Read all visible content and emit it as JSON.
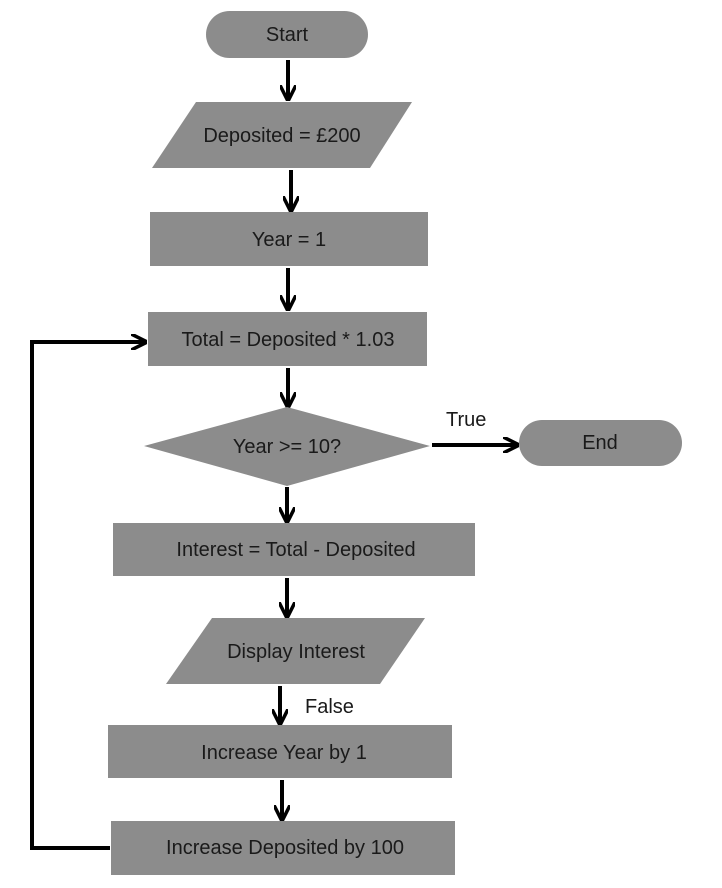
{
  "colors": {
    "node_fill": "#8c8c8c",
    "edge": "#000000",
    "text": "#1a1a1a",
    "background": "#ffffff"
  },
  "nodes": {
    "start": {
      "shape": "terminator",
      "label": "Start"
    },
    "deposited_input": {
      "shape": "data",
      "label": "Deposited = £200"
    },
    "year_init": {
      "shape": "process",
      "label": "Year = 1"
    },
    "total_calc": {
      "shape": "process",
      "label": "Total = Deposited * 1.03"
    },
    "year_check": {
      "shape": "decision",
      "label": "Year >= 10?"
    },
    "end": {
      "shape": "terminator",
      "label": "End"
    },
    "interest_calc": {
      "shape": "process",
      "label": "Interest = Total - Deposited"
    },
    "display_interest": {
      "shape": "data",
      "label": "Display Interest"
    },
    "increase_year": {
      "shape": "process",
      "label": "Increase Year by 1"
    },
    "increase_deposited": {
      "shape": "process",
      "label": "Increase Deposited by 100"
    }
  },
  "edges": {
    "true_label": "True",
    "false_label": "False",
    "list": [
      {
        "from": "start",
        "to": "deposited_input"
      },
      {
        "from": "deposited_input",
        "to": "year_init"
      },
      {
        "from": "year_init",
        "to": "total_calc"
      },
      {
        "from": "total_calc",
        "to": "year_check"
      },
      {
        "from": "year_check",
        "to": "end",
        "label": "True"
      },
      {
        "from": "year_check",
        "to": "interest_calc"
      },
      {
        "from": "interest_calc",
        "to": "display_interest"
      },
      {
        "from": "display_interest",
        "to": "increase_year",
        "label": "False"
      },
      {
        "from": "increase_year",
        "to": "increase_deposited"
      },
      {
        "from": "increase_deposited",
        "to": "total_calc"
      }
    ]
  }
}
